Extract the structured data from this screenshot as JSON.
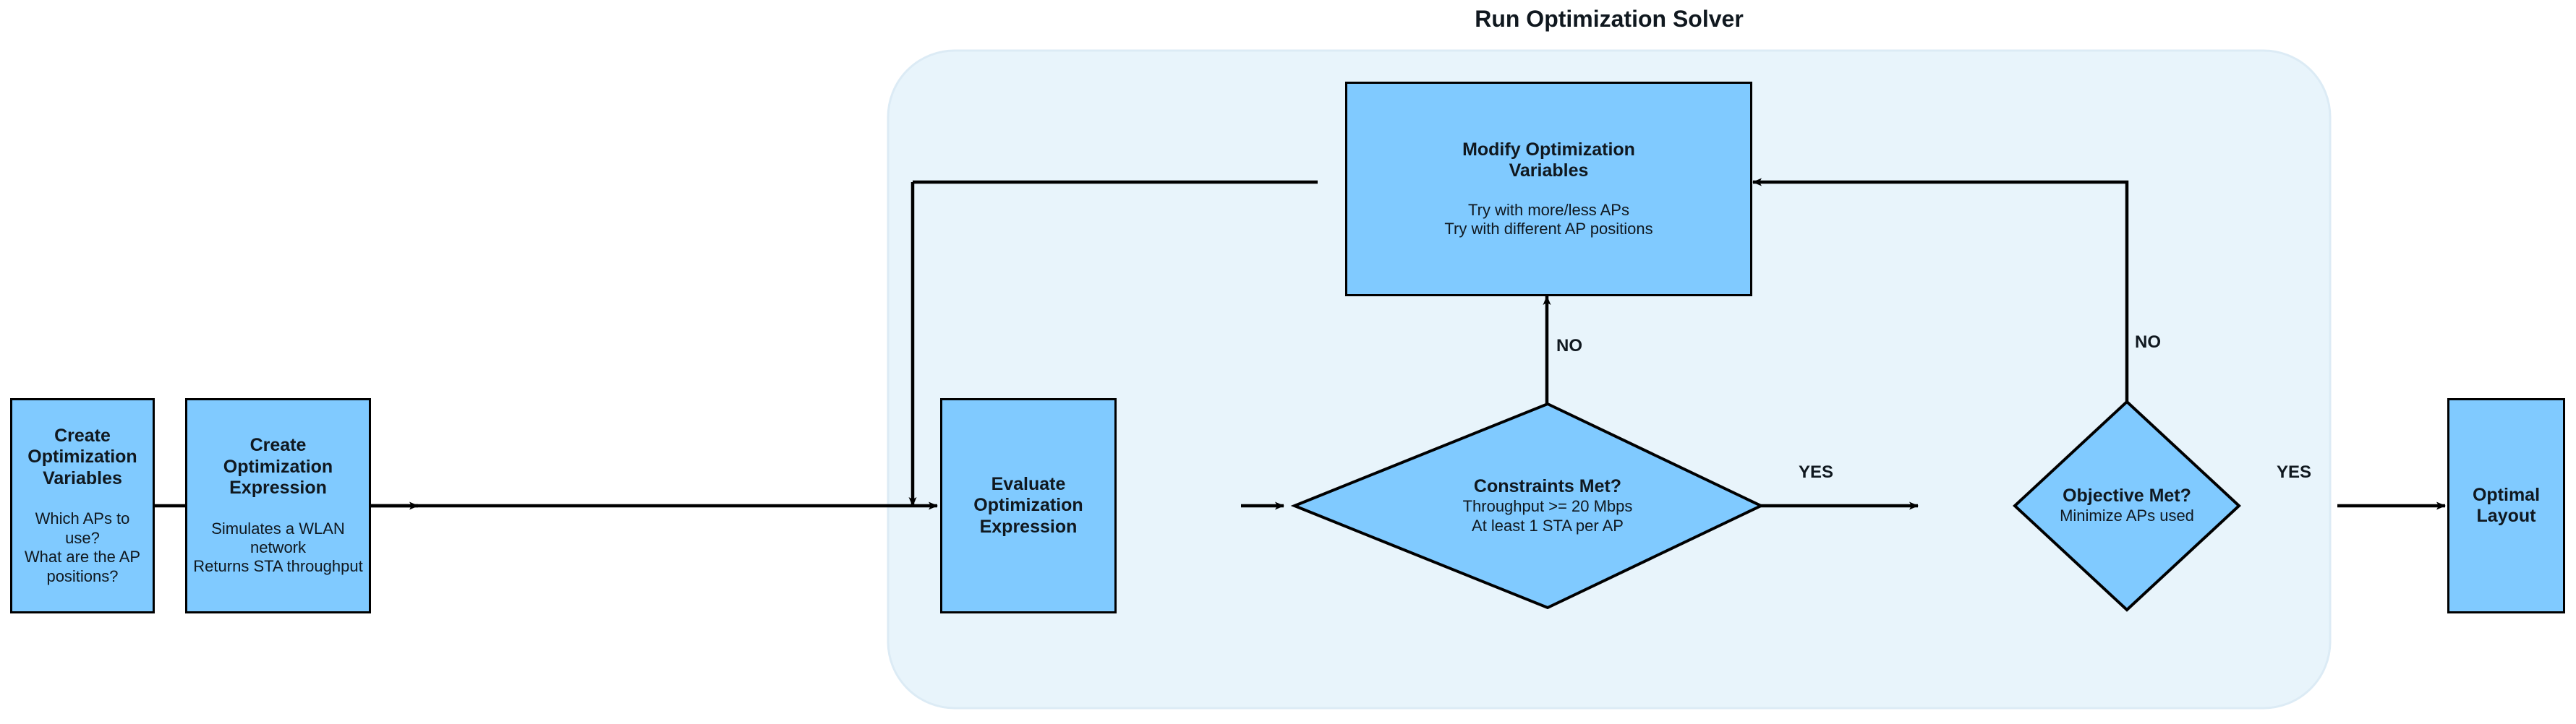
{
  "diagram": {
    "title": "Run Optimization Solver",
    "colors": {
      "node_fill": "#80CAFF",
      "node_stroke": "#000000",
      "group_fill": "#E8F4FB",
      "group_stroke": "#DCEBF5",
      "text": "#10181F",
      "arrow": "#000000",
      "page_background": "#FFFFFF"
    },
    "group": {
      "label": "Run Optimization Solver"
    },
    "nodes": [
      {
        "id": "create-optimization-variables",
        "shape": "rectangle",
        "title": "Create Optimization\nVariables",
        "sub": "Which APs to use?\nWhat are the AP positions?"
      },
      {
        "id": "create-optimization-expression",
        "shape": "rectangle",
        "title": "Create\nOptimization Expression",
        "sub": "Simulates a WLAN network\nReturns STA throughput"
      },
      {
        "id": "evaluate-optimization-expression",
        "shape": "rectangle",
        "title": "Evaluate\nOptimization\nExpression",
        "sub": ""
      },
      {
        "id": "modify-optimization-variables",
        "shape": "rectangle",
        "title": "Modify Optimization\nVariables",
        "sub": "Try with more/less APs\nTry with different AP positions"
      },
      {
        "id": "constraints-met",
        "shape": "diamond",
        "title": "Constraints Met?",
        "sub": "Throughput >= 20 Mbps\nAt least 1 STA per AP"
      },
      {
        "id": "objective-met",
        "shape": "diamond",
        "title": "Objective Met?",
        "sub": "Minimize APs used"
      },
      {
        "id": "optimal-layout",
        "shape": "rectangle",
        "title": "Optimal\nLayout",
        "sub": ""
      }
    ],
    "edge_labels": {
      "constraints_no": "NO",
      "constraints_yes": "YES",
      "objective_no": "NO",
      "objective_yes": "YES"
    }
  }
}
